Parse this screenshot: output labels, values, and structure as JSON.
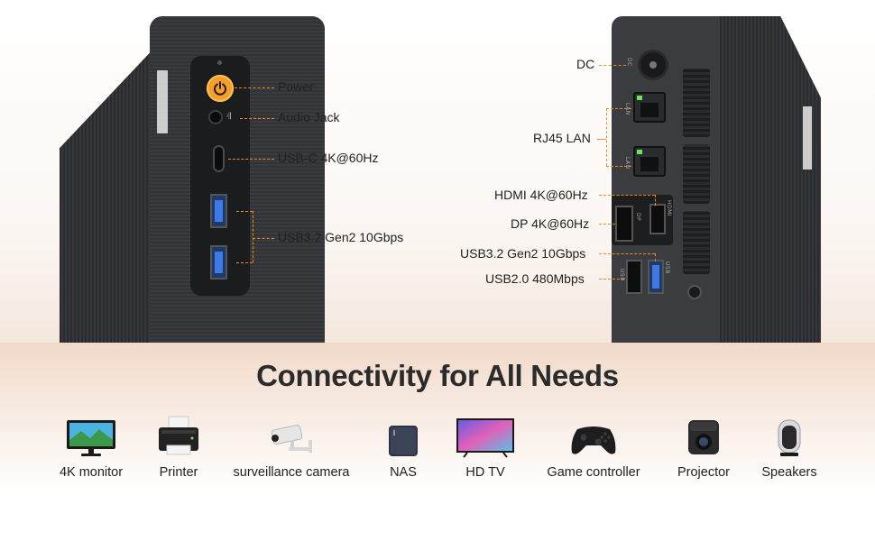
{
  "headline": "Connectivity for All Needs",
  "front_callouts": {
    "power": "Power",
    "audio": "Audio Jack",
    "usbc": "USB-C 4K@60Hz",
    "usb32": "USB3.2 Gen2 10Gbps"
  },
  "rear_callouts": {
    "dc": "DC",
    "rj45": "RJ45 LAN",
    "hdmi": "HDMI 4K@60Hz",
    "dp": "DP 4K@60Hz",
    "usb32": "USB3.2 Gen2 10Gbps",
    "usb20": "USB2.0 480Mbps"
  },
  "port_tags": {
    "dc": "DC",
    "lan": "LAN",
    "hdmi": "HDMI",
    "dp": "DP",
    "usb": "USB"
  },
  "devices": [
    {
      "label": "4K monitor",
      "icon": "monitor-icon"
    },
    {
      "label": "Printer",
      "icon": "printer-icon"
    },
    {
      "label": "surveillance camera",
      "icon": "camera-icon"
    },
    {
      "label": "NAS",
      "icon": "nas-icon"
    },
    {
      "label": "HD TV",
      "icon": "tv-icon"
    },
    {
      "label": "Game controller",
      "icon": "controller-icon"
    },
    {
      "label": "Projector",
      "icon": "projector-icon"
    },
    {
      "label": "Speakers",
      "icon": "speaker-icon"
    }
  ],
  "colors": {
    "accent": "#f08a24",
    "power_button": "#f3a02a",
    "usb3_blue": "#3d7ae8",
    "lan_led": "#6ee35d",
    "device_body": "#36373a"
  }
}
